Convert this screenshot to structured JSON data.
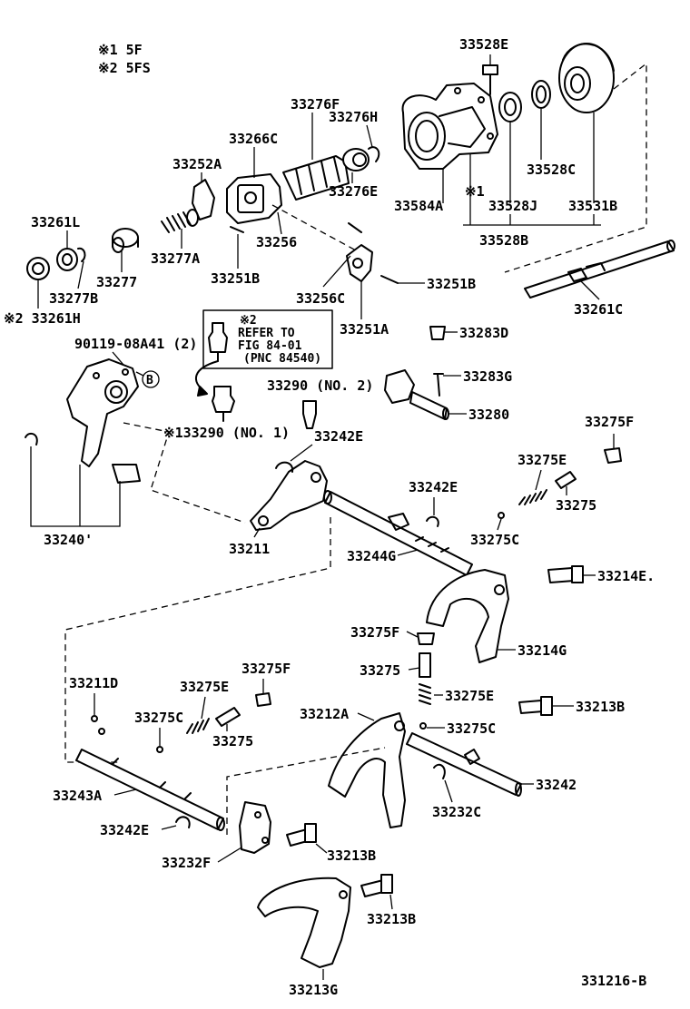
{
  "notes": [
    "※1 5F",
    "※2 5FS"
  ],
  "refer_box": [
    "※2",
    "REFER TO",
    "FIG 84-01",
    "(PNC 84540)"
  ],
  "bolt_note": "90119-08A41 (2)",
  "circle_mark": "B",
  "figure_code": "331216-B",
  "labels": {
    "p33528E": "33528E",
    "p33276F": "33276F",
    "p33276H": "33276H",
    "p33266C": "33266C",
    "p33252A": "33252A",
    "p33276E": "33276E",
    "p33528C": "33528C",
    "p33584A": "33584A",
    "n1": "※1",
    "p33528J": "33528J",
    "p33531B": "33531B",
    "p33528B": "33528B",
    "p33261L": "33261L",
    "p33277A": "33277A",
    "p33256": "33256",
    "p33277": "33277",
    "p33251B_1": "33251B",
    "p33277B": "33277B",
    "p33261H": "※2 33261H",
    "p33256C": "33256C",
    "p33251B_2": "33251B",
    "p33261C": "33261C",
    "p33251A": "33251A",
    "p33283D": "33283D",
    "p33283G": "33283G",
    "p33290_2": "33290 (NO. 2)",
    "p33280": "33280",
    "p33290_1": "※133290 (NO. 1)",
    "p33242E_1": "33242E",
    "p33275F_1": "33275F",
    "p33275E_1": "33275E",
    "p33242E_2": "33242E",
    "p33275_1": "33275",
    "p33240": "33240'",
    "p33211": "33211",
    "p33275C_1": "33275C",
    "p33244G": "33244G",
    "p33214E": "33214E.",
    "p33275F_2": "33275F",
    "p33214G": "33214G",
    "p33211D": "33211D",
    "p33275F_3": "33275F",
    "p33275_2": "33275",
    "p33275E_2": "33275E",
    "p33275E_3": "33275E",
    "p33212A": "33212A",
    "p33213B_1": "33213B",
    "p33275C_2": "33275C",
    "p33275C_3": "33275C",
    "p33275_3": "33275",
    "p33242": "33242",
    "p33243A": "33243A",
    "p33232C": "33232C",
    "p33242E_3": "33242E",
    "p33232F": "33232F",
    "p33213B_2": "33213B",
    "p33213B_3": "33213B",
    "p33213G": "33213G"
  }
}
